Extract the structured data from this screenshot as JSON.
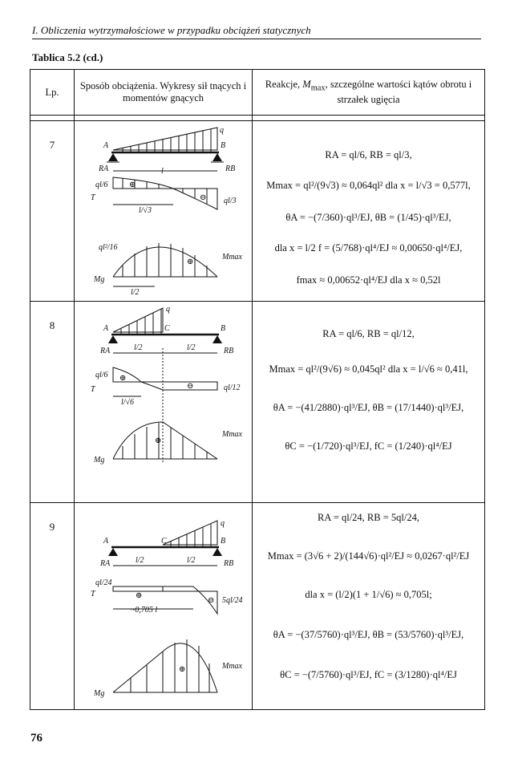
{
  "header": {
    "running_title": "I. Obliczenia wytrzymałościowe w przypadku obciążeń statycznych"
  },
  "table": {
    "title": "Tablica 5.2 (cd.)",
    "columns": {
      "lp": "Lp.",
      "method": "Sposób obciążenia. Wykresy sił tnących i momentów gnących",
      "reactions": "Reakcje, Mmax, szczególne wartości kątów obrotu i strzałek ugięcia"
    },
    "rows": [
      {
        "lp": "7",
        "formulas": [
          "RA = ql/6,   RB = ql/3,",
          "Mmax = ql²/(9√3) ≈ 0,064ql²   dla   x = l/√3 = 0,577l,",
          "θA = −(7/360)·ql³/EJ,   θB = (1/45)·ql³/EJ,",
          "dla   x = l/2   f = (5/768)·ql⁴/EJ ≈ 0,00650·ql⁴/EJ,",
          "fmax ≈ 0,00652·ql⁴/EJ   dla   x ≈ 0,52l"
        ]
      },
      {
        "lp": "8",
        "formulas": [
          "RA = ql/6,   RB = ql/12,",
          "Mmax = ql²/(9√6) ≈ 0,045ql²   dla   x = l/√6 ≈ 0,41l,",
          "θA = −(41/2880)·ql³/EJ,   θB = (17/1440)·ql³/EJ,",
          "θC = −(1/720)·ql³/EJ,   fC = (1/240)·ql⁴/EJ"
        ]
      },
      {
        "lp": "9",
        "formulas": [
          "RA = ql/24,   RB = 5ql/24,",
          "Mmax = (3√6 + 2)/(144√6)·ql²/EJ ≈ 0,0267·ql²/EJ",
          "dla   x = (l/2)(1 + 1/√6) ≈ 0,705l;",
          "θA = −(37/5760)·ql³/EJ,   θB = (53/5760)·ql³/EJ,",
          "θC = −(7/5760)·ql³/EJ,   fC = (3/1280)·ql⁴/EJ"
        ]
      }
    ]
  },
  "diagram_labels": {
    "q": "q",
    "A": "A",
    "B": "B",
    "C": "C",
    "RA": "RA",
    "RB": "RB",
    "l": "l",
    "T": "T",
    "Mg": "Mg",
    "Mmax": "Mmax",
    "r7_ql6": "ql/6",
    "r7_l_sqrt3": "l/√3",
    "r7_ql3": "ql/3",
    "r7_ql2_16": "ql²/16",
    "r7_l2": "l/2",
    "r8_ql6": "ql/6",
    "r8_l_sqrt6": "l/√6",
    "r8_ql12": "ql/12",
    "r8_l2": "l/2",
    "r9_ql24": "ql/24",
    "r9_0705": "~0,705 l",
    "r9_5ql24": "5ql/24",
    "r9_l2": "l/2"
  },
  "page": {
    "number": "76"
  }
}
